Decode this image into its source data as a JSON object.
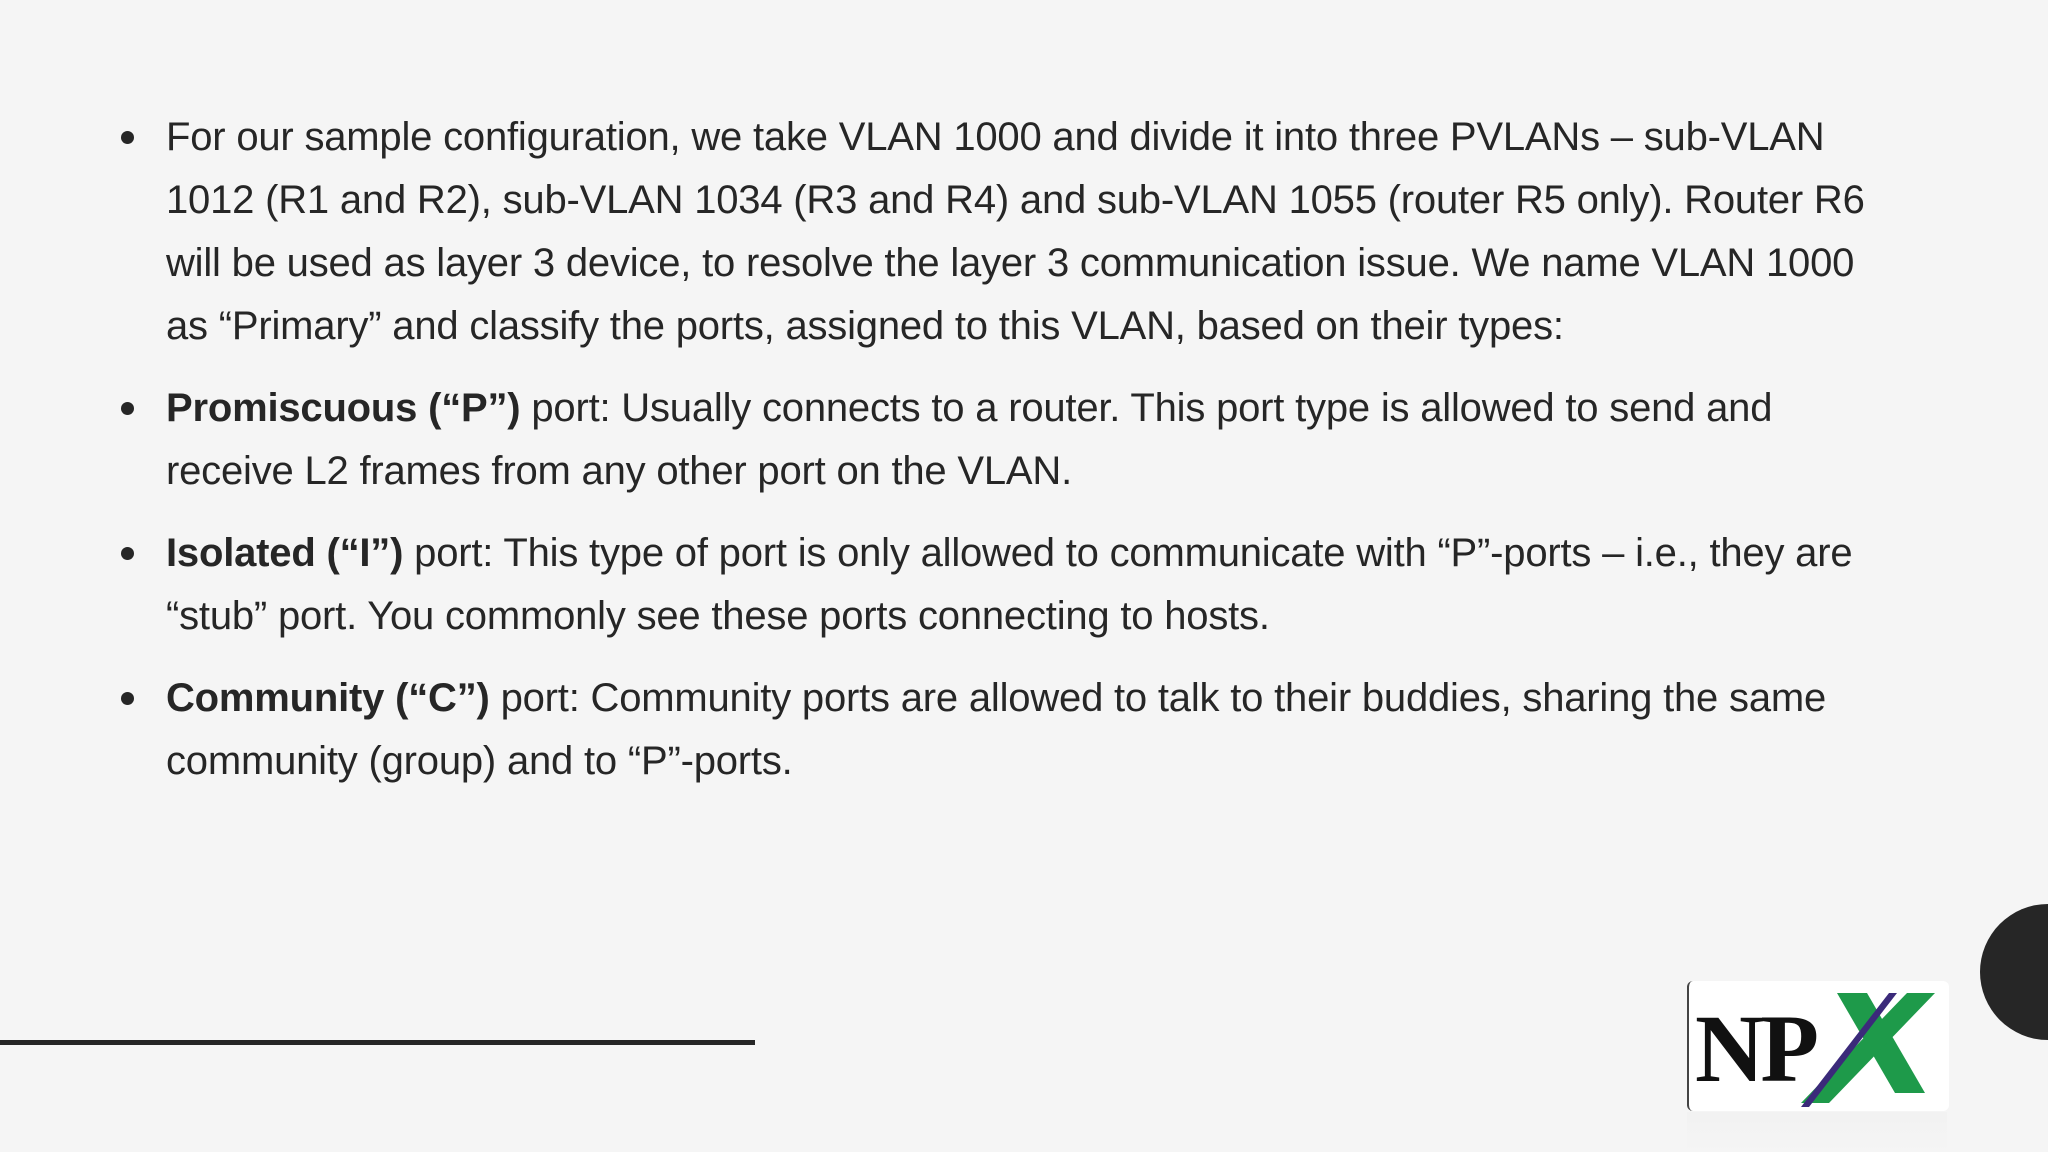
{
  "slide": {
    "bullets": [
      {
        "term": "",
        "text": "For our sample configuration, we take VLAN 1000 and divide it into three PVLANs – sub-VLAN 1012 (R1 and R2), sub-VLAN 1034 (R3 and R4) and sub-VLAN 1055 (router R5 only). Router R6 will be used as layer 3 device, to resolve the layer 3 communication issue. We name VLAN 1000 as “Primary” and classify the ports, assigned to this VLAN, based on their types:"
      },
      {
        "term": "Promiscuous (“P”)",
        "text": " port: Usually connects to a router. This port type is allowed to send and receive L2 frames from any other port on the VLAN."
      },
      {
        "term": "Isolated (“I”)",
        "text": " port: This type of port is only allowed to communicate with “P”-ports – i.e., they are “stub” port. You commonly see these ports connecting to hosts."
      },
      {
        "term": "Community (“C”)",
        "text": " port: Community ports are allowed to talk to their buddies, sharing the same community (group) and to “P”-ports."
      }
    ]
  },
  "logo": {
    "text": "NP",
    "x_letter": "X",
    "colors": {
      "text": "#111111",
      "x_green": "#1e9a4a",
      "x_stripe": "#3b2a7a"
    }
  },
  "colors": {
    "background": "#f5f5f5",
    "text": "#262626",
    "accent_shape": "#262626"
  }
}
